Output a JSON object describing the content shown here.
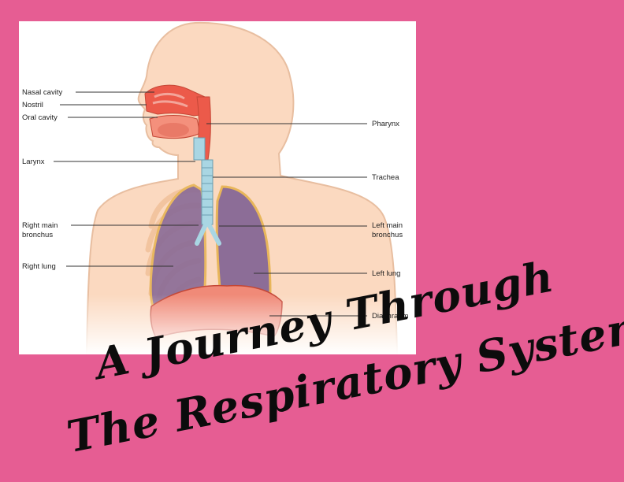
{
  "colors": {
    "background": "#e65d93",
    "skin": "#fbd9c0",
    "skin_outline": "#e8bea0",
    "lung": "#8c6d97",
    "lung_rim": "#e8b65a",
    "airway": "#ec5a4a",
    "trachea": "#a9d6e3",
    "diaphragm": "#f08a78"
  },
  "diagram": {
    "labels": {
      "nasal_cavity": "Nasal cavity",
      "nostril": "Nostril",
      "oral_cavity": "Oral cavity",
      "larynx": "Larynx",
      "right_main_bronchus_1": "Right main",
      "right_main_bronchus_2": "bronchus",
      "right_lung": "Right lung",
      "pharynx": "Pharynx",
      "trachea": "Trachea",
      "left_main_bronchus_1": "Left main",
      "left_main_bronchus_2": "bronchus",
      "left_lung": "Left lung",
      "diaphragm": "Diaphragm"
    }
  },
  "title": {
    "line1": "A Journey Through",
    "line2": "The Respiratory System"
  }
}
